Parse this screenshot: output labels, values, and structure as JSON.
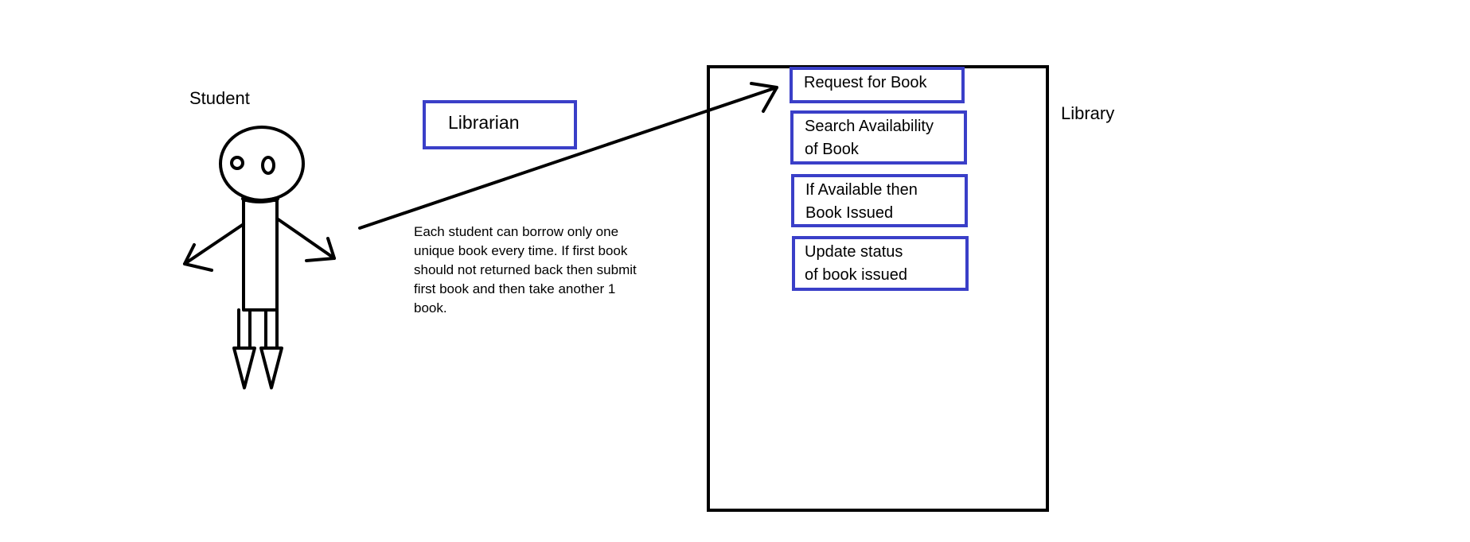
{
  "actor": {
    "label": "Student"
  },
  "librarian": {
    "label": "Librarian"
  },
  "note": {
    "text": "Each student can borrow only one\nunique book every time. If first book\nshould not returned back then submit\nfirst book and then take another 1\nbook."
  },
  "library": {
    "label": "Library",
    "steps": [
      {
        "line1": "Request  for  Book",
        "line2": ""
      },
      {
        "line1": "Search Availability",
        "line2": "of Book"
      },
      {
        "line1": "If Available then",
        "line2": "Book Issued"
      },
      {
        "line1": "Update status",
        "line2": "of book issued"
      }
    ]
  },
  "colors": {
    "box_border": "#3a3fc8",
    "ink": "#000000",
    "background": "#ffffff"
  }
}
